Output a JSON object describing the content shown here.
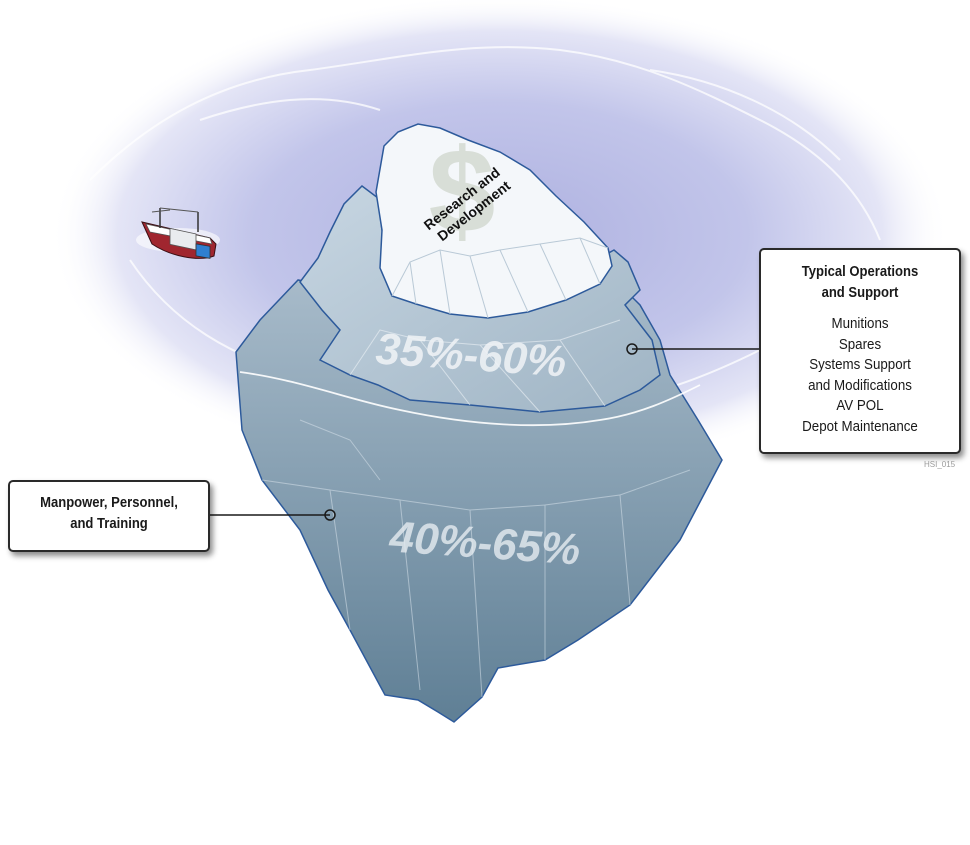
{
  "iceberg": {
    "tip_label": "Research and Development",
    "middle_range": "35%-60%",
    "bottom_range": "40%-65%"
  },
  "callouts": {
    "operations": {
      "title_line1": "Typical Operations",
      "title_line2": "and Support",
      "items": [
        "Munitions",
        "Spares",
        "Systems Support",
        "and Modifications",
        "AV POL",
        "Depot Maintenance"
      ]
    },
    "manpower": {
      "title_line1": "Manpower, Personnel,",
      "title_line2": "and Training"
    }
  },
  "figure_id": "HSI_015",
  "colors": {
    "sea": "#b9bce4",
    "ice_tip": "#f4f7fa",
    "ice_middle": "#b9ccd9",
    "ice_bottom": "#7e98ab",
    "outline": "#2d5a9b",
    "ship_hull": "#a0262f"
  },
  "icons": [
    "ship-icon",
    "dollar-icon"
  ]
}
